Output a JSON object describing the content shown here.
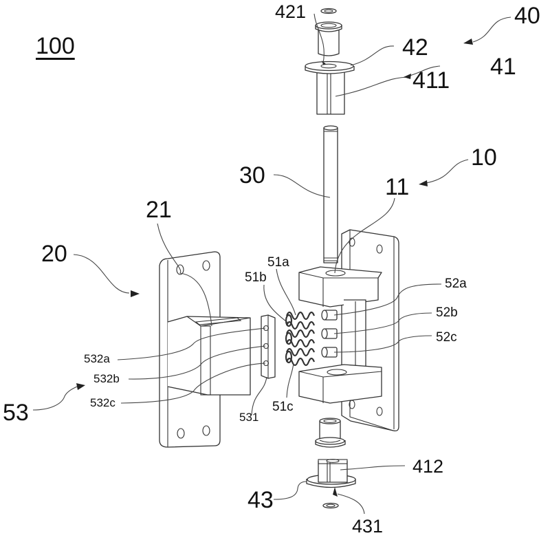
{
  "figure": {
    "title_ref": "100",
    "labels": {
      "l10": "10",
      "l11": "11",
      "l20": "20",
      "l21": "21",
      "l30": "30",
      "l40": "40",
      "l41": "41",
      "l42": "42",
      "l43": "43",
      "l411": "411",
      "l412": "412",
      "l421": "421",
      "l431": "431",
      "l51a": "51a",
      "l51b": "51b",
      "l51c": "51c",
      "l52a": "52a",
      "l52b": "52b",
      "l52c": "52c",
      "l53": "53",
      "l531": "531",
      "l532a": "532a",
      "l532b": "532b",
      "l532c": "532c"
    },
    "parts": [
      {
        "ref": "10",
        "name": "first hinge bracket"
      },
      {
        "ref": "20",
        "name": "second hinge bracket"
      },
      {
        "ref": "30",
        "name": "pivot shaft"
      },
      {
        "ref": "40",
        "name": "bushing assembly"
      },
      {
        "ref": "51a",
        "name": "spring"
      },
      {
        "ref": "51b",
        "name": "spring"
      },
      {
        "ref": "51c",
        "name": "spring"
      },
      {
        "ref": "52a",
        "name": "pin"
      },
      {
        "ref": "52b",
        "name": "pin"
      },
      {
        "ref": "52c",
        "name": "pin"
      },
      {
        "ref": "531",
        "name": "plate"
      }
    ]
  }
}
